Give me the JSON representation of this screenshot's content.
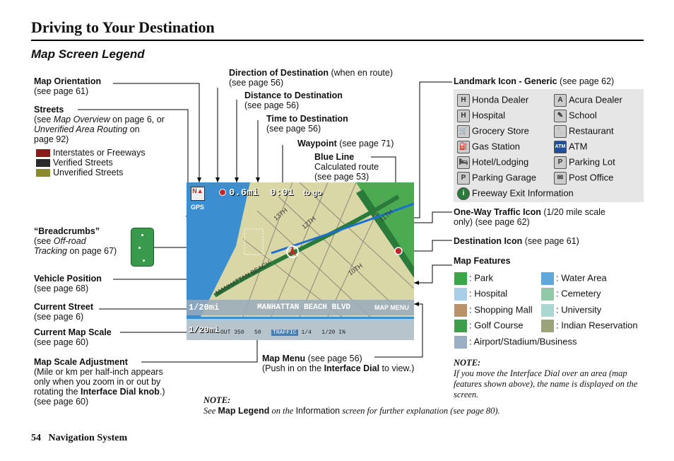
{
  "page": {
    "title": "Driving to Your Destination",
    "subtitle": "Map Screen Legend",
    "page_number": "54",
    "section": "Navigation System"
  },
  "callouts": {
    "map_orientation": {
      "bold": "Map Orientation",
      "ref": "(see page 61)"
    },
    "streets": {
      "bold": "Streets",
      "l1_pre": "(see ",
      "l1_it": "Map Overview",
      "l1_post": " on page 6, or",
      "l2_it": "Unverified Area Routing",
      "l2_post": " on",
      "l3": "page 92)"
    },
    "street_legend": [
      {
        "label": "Interstates or Freeways",
        "color": "#8b1a1a"
      },
      {
        "label": "Verified Streets",
        "color": "#2b2b2b"
      },
      {
        "label": "Unverified Streets",
        "color": "#8a8a2a"
      }
    ],
    "breadcrumbs": {
      "bold": "“Breadcrumbs”",
      "l1_pre": "(see ",
      "l1_it": "Off-road",
      "l2_it": "Tracking",
      "l2_post": " on page 67)"
    },
    "vehicle_position": {
      "bold": "Vehicle Position",
      "ref": "(see page 68)"
    },
    "current_street": {
      "bold": "Current Street",
      "ref": "(see page 6)"
    },
    "current_map_scale": {
      "bold": "Current Map Scale",
      "ref": "(see page 60)"
    },
    "map_scale_adjustment": {
      "bold": "Map Scale Adjustment",
      "l1": "(Mile or km per half-inch appears",
      "l2": "only when you zoom in or out by",
      "l3_pre": "rotating the ",
      "l3_b": "Interface Dial knob",
      "l3_post": ".)",
      "l4": "(see page 60)"
    },
    "direction_of_destination": {
      "bold": "Direction of Destination",
      "rest": " (when en route)",
      "ref": "(see page 56)"
    },
    "distance_to_destination": {
      "bold": "Distance to Destination",
      "ref": "(see page 56)"
    },
    "time_to_destination": {
      "bold": "Time to Destination",
      "ref": "(see page 56)"
    },
    "waypoint": {
      "bold": "Waypoint",
      "rest": " (see page 71)"
    },
    "blue_line": {
      "bold": "Blue Line",
      "l1": "Calculated route",
      "l2": "(see page 53)"
    },
    "landmark_icon": {
      "bold": "Landmark Icon - Generic",
      "rest": " (see page 62)"
    },
    "one_way": {
      "bold": "One-Way Traffic Icon",
      "rest": " (1/20 mile scale",
      "l2": "only) (see page 62)"
    },
    "destination_icon": {
      "bold": "Destination Icon",
      "rest": " (see page 61)"
    },
    "map_features": {
      "bold": "Map Features"
    },
    "map_menu": {
      "bold": "Map Menu",
      "rest": " (see page 56)",
      "l2_pre": "(Push in on the ",
      "l2_b": "Interface Dial",
      "l2_post": " to view.)"
    }
  },
  "landmarks": [
    {
      "label": "Honda Dealer",
      "icon": "honda-dealer-icon",
      "glyph": "H"
    },
    {
      "label": "Acura Dealer",
      "icon": "acura-dealer-icon",
      "glyph": "A"
    },
    {
      "label": "Hospital",
      "icon": "hospital-icon",
      "glyph": "H"
    },
    {
      "label": "School",
      "icon": "school-icon",
      "glyph": "✎"
    },
    {
      "label": "Grocery Store",
      "icon": "grocery-store-icon",
      "glyph": "🛒"
    },
    {
      "label": "Restaurant",
      "icon": "restaurant-icon",
      "glyph": "🍴"
    },
    {
      "label": "Gas Station",
      "icon": "gas-station-icon",
      "glyph": "⛽"
    },
    {
      "label": "ATM",
      "icon": "atm-icon",
      "glyph": "ATM"
    },
    {
      "label": "Hotel/Lodging",
      "icon": "hotel-icon",
      "glyph": "🛏"
    },
    {
      "label": "Parking Lot",
      "icon": "parking-lot-icon",
      "glyph": "P"
    },
    {
      "label": "Parking Garage",
      "icon": "parking-garage-icon",
      "glyph": "P"
    },
    {
      "label": "Post Office",
      "icon": "post-office-icon",
      "glyph": "✉"
    },
    {
      "label": "Freeway Exit Information",
      "icon": "freeway-exit-info-icon",
      "glyph": "i"
    }
  ],
  "map_features": [
    {
      "label": ": Park",
      "color": "#3aa648"
    },
    {
      "label": ": Water Area",
      "color": "#5fa8dc"
    },
    {
      "label": ": Hospital",
      "color": "#a9cfe8"
    },
    {
      "label": ": Cemetery",
      "color": "#8fc9a6"
    },
    {
      "label": ": Shopping Mall",
      "color": "#b9926a"
    },
    {
      "label": ": University",
      "color": "#a9d8d2"
    },
    {
      "label": ": Golf Course",
      "color": "#3f9e4a"
    },
    {
      "label": ": Indian Reservation",
      "color": "#9aa37a"
    },
    {
      "label": ": Airport/Stadium/Business",
      "color": "#9aaec4"
    }
  ],
  "map_screen": {
    "distance": "0.6mi",
    "time": "0:01",
    "to_go": "to go",
    "gps": "GPS",
    "scale": "1/20mi",
    "street_name": "MANHATTAN BEACH BLVD",
    "menu": "MAP MENU",
    "scale_bar": [
      "OUT",
      "350",
      "50",
      "TRAFFIC",
      "1/4",
      "1/20",
      "IN"
    ],
    "streets": [
      "13TH",
      "12TH",
      "11TH",
      "10TH",
      "MANHATTAN BEACH"
    ]
  },
  "notes": {
    "features_note_title": "NOTE:",
    "features_note": "If you move the Interface Dial over an area (map features shown above), the name is displayed on the screen.",
    "bottom_note_title": "NOTE:",
    "bottom_pre": "See ",
    "bottom_b": "Map Legend",
    "bottom_mid": " on the ",
    "bottom_info": "Information",
    "bottom_post": " screen for further explanation (see page 80)."
  }
}
